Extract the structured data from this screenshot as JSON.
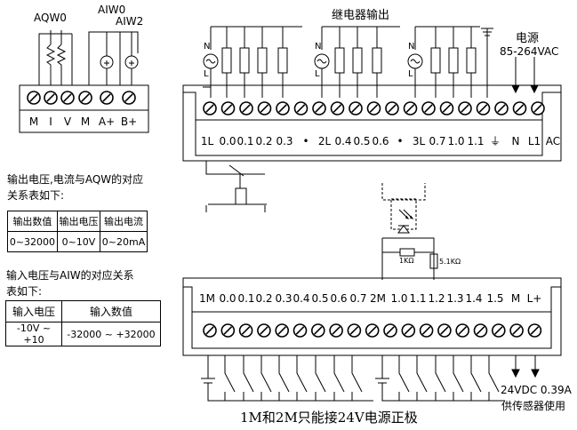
{
  "left_module": {
    "top_labels": {
      "aqw0": "AQW0",
      "aiw0": "AIW0",
      "aiw2": "AIW2"
    },
    "terminals": [
      "M",
      "I",
      "V",
      "M",
      "A+",
      "B+"
    ]
  },
  "output_note": "输出电压,电流与AQW的对应关系表如下:",
  "output_table": {
    "headers": [
      "输出数值",
      "输出电压",
      "输出电流"
    ],
    "row": [
      "0~32000",
      "0~10V",
      "0~20mA"
    ]
  },
  "input_note": "输入电压与AIW的对应关系表如下:",
  "input_table": {
    "headers": [
      "输入电压",
      "输入数值"
    ],
    "row": [
      "-10V ~ +10",
      "-32000 ~ +32000"
    ]
  },
  "relay_output": {
    "title": "继电器输出",
    "power_title": "电源",
    "power_range": "85-264VAC",
    "terminals": [
      "1L",
      "0.0",
      "0.1",
      "0.2",
      "0.3",
      "•",
      "2L",
      "0.4",
      "0.5",
      "0.6",
      "•",
      "3L",
      "0.7",
      "1.0",
      "1.1",
      "⏚",
      "N",
      "L1",
      "AC"
    ],
    "supply_labels": [
      "N",
      "L",
      "N",
      "L",
      "N",
      "L"
    ]
  },
  "dc_input": {
    "terminals": [
      "1M",
      "0.0",
      "0.1",
      "0.2",
      "0.3",
      "0.4",
      "0.5",
      "0.6",
      "0.7",
      "2M",
      "1.0",
      "1.1",
      "1.2",
      "1.3",
      "1.4",
      "1.5",
      "M",
      "L+"
    ],
    "resistor_labels": [
      "1KΩ",
      "5.1KΩ"
    ],
    "sensor_supply": "24VDC  0.39A",
    "sensor_use": "供传感器使用"
  },
  "caption": "1M和2M只能接24V电源正极"
}
